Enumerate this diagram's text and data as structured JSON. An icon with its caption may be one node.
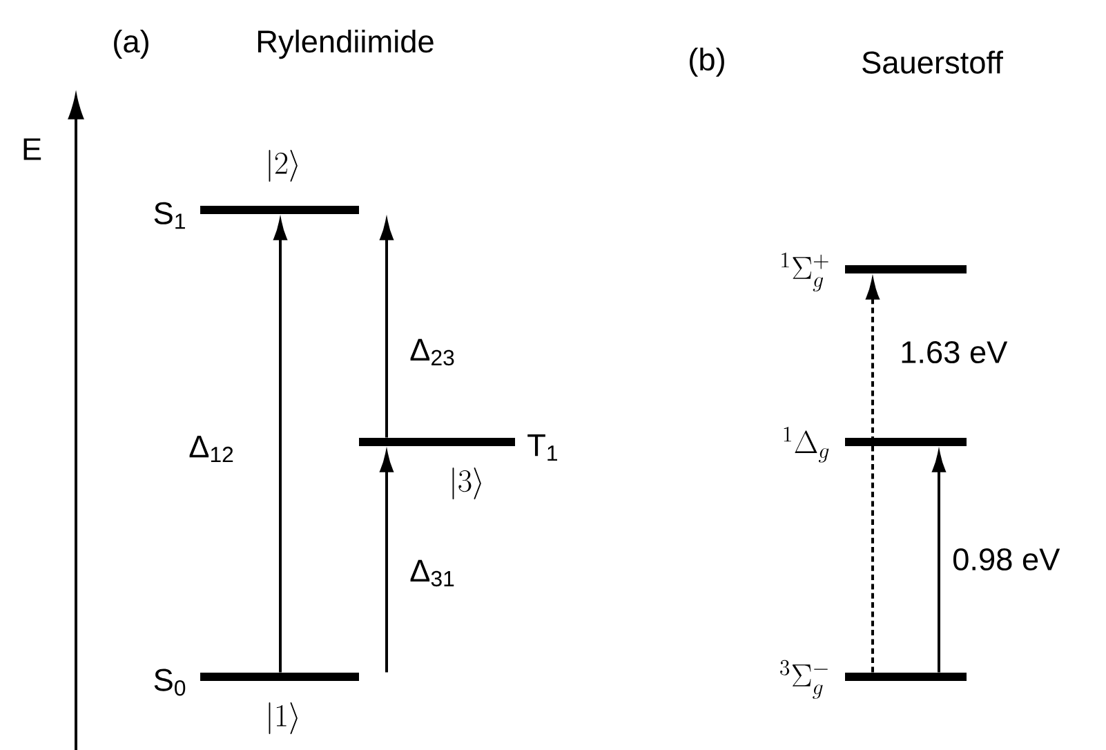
{
  "diagram": {
    "nodes": [
      {
        "text": [
          "S$_{0}$",
          "|1\\rangle"
        ]
      },
      {
        "text": [
          "S$_{1}$",
          "|2\\rangle"
        ]
      },
      {
        "text": [
          "T$_{1}$",
          "|3\\rangle"
        ]
      },
      {
        "text": [
          "{}^{1}\\Sigma_{g}^{+}"
        ]
      },
      {
        "text": [
          "{}^{1}\\Delta_{g}"
        ]
      },
      {
        "text": [
          "{}^{3}\\Sigma_{g}^{-}"
        ]
      }
    ],
    "edges": [
      {
        "from": 0,
        "to": 1,
        "arrow": "to",
        "label": "Δ$_{12}$"
      },
      {
        "from": 0,
        "to": 2,
        "arrow": "to",
        "label": "Δ$_{31}$"
      },
      {
        "from": 2,
        "to": 1,
        "arrow": "to",
        "label": "Δ$_{23}$"
      },
      {
        "from": 5,
        "to": 3,
        "arrow": "to",
        "label": "1.63 eV",
        "style": "dashed"
      },
      {
        "from": 5,
        "to": 4,
        "arrow": "to",
        "label": "0.98 eV"
      }
    ],
    "labels": [
      "(a)",
      "Rylendiimide",
      "(b)",
      "Sauerstoff",
      "E"
    ]
  }
}
